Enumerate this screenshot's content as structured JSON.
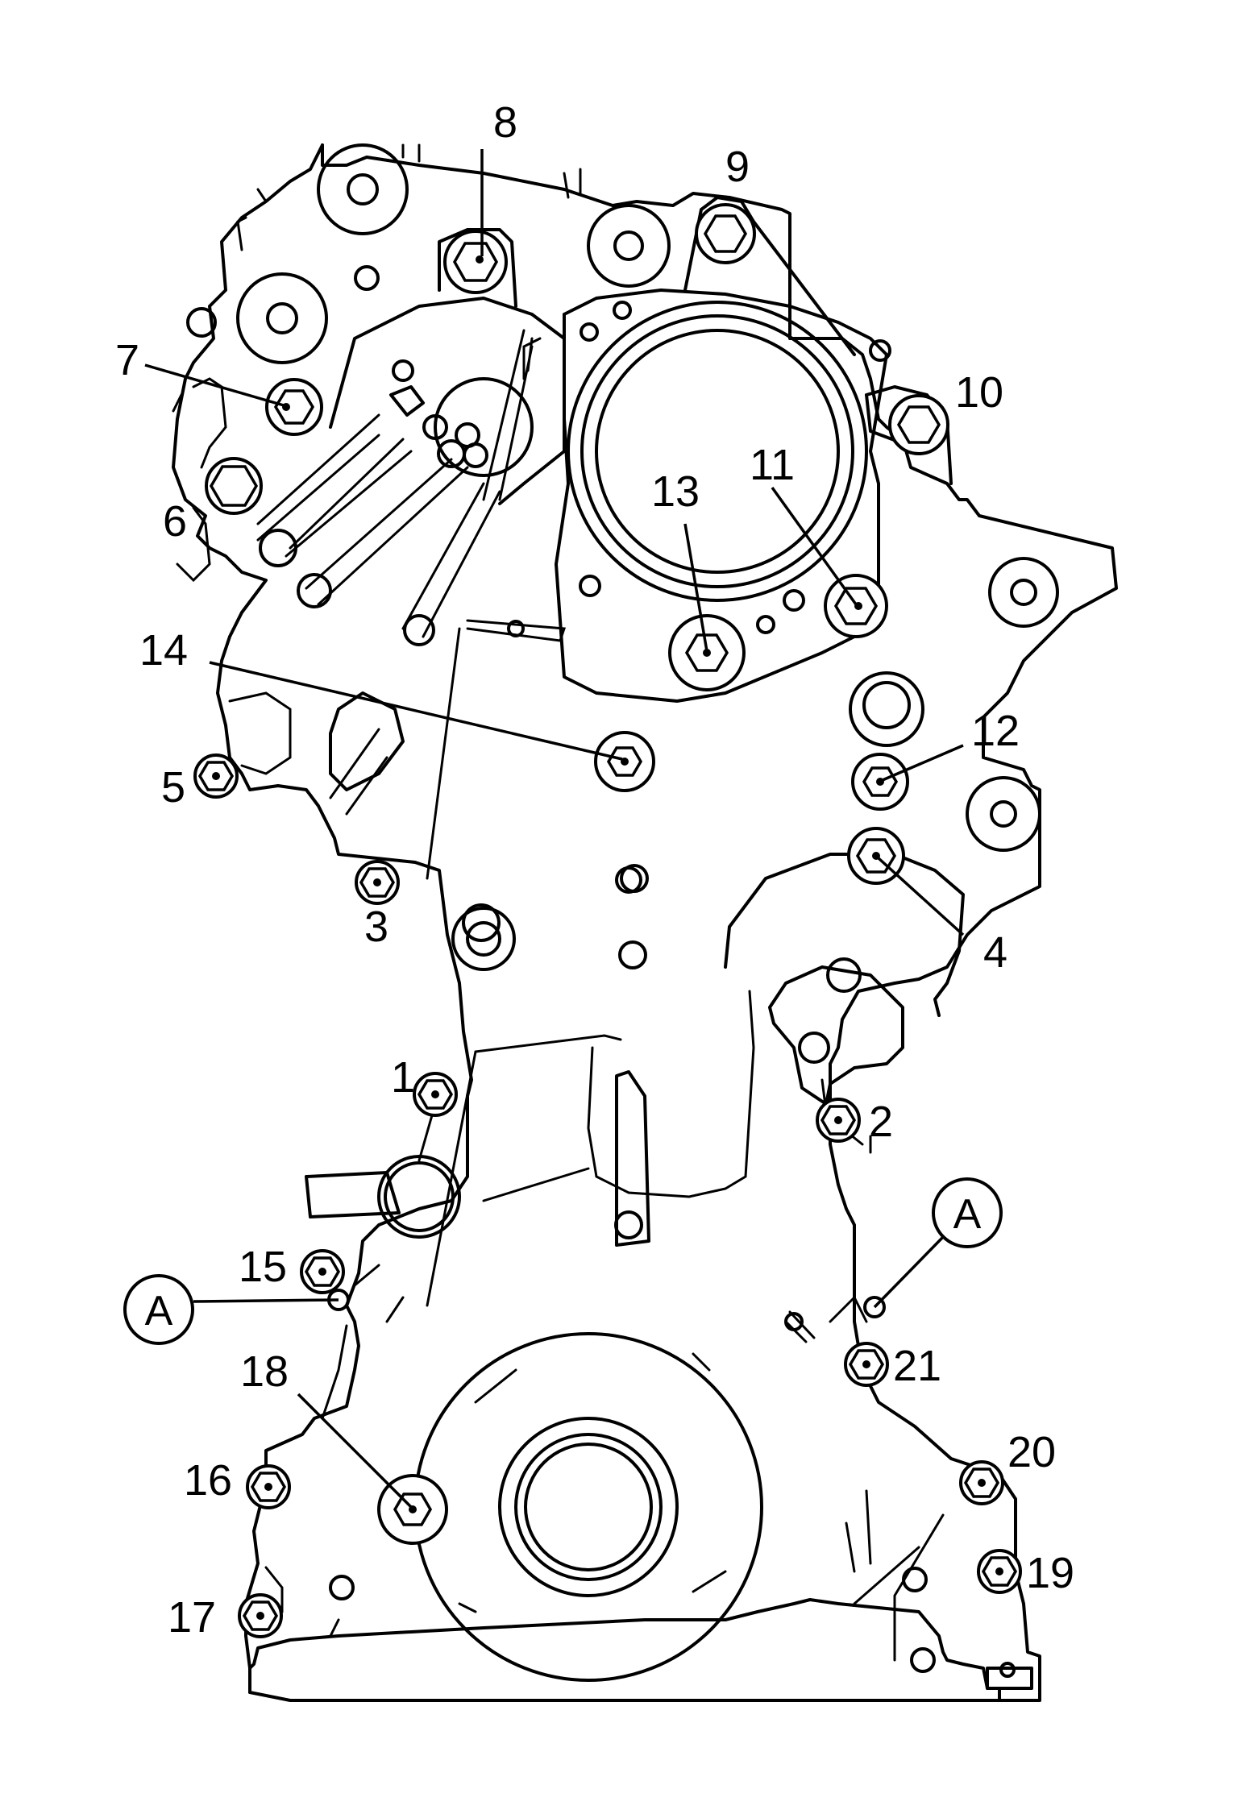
{
  "diagram": {
    "fastener_labels": [
      "1",
      "2",
      "3",
      "4",
      "5",
      "6",
      "7",
      "8",
      "9",
      "10",
      "11",
      "12",
      "13",
      "14",
      "15",
      "16",
      "17",
      "18",
      "19",
      "20",
      "21"
    ],
    "reference_callout": "A"
  }
}
